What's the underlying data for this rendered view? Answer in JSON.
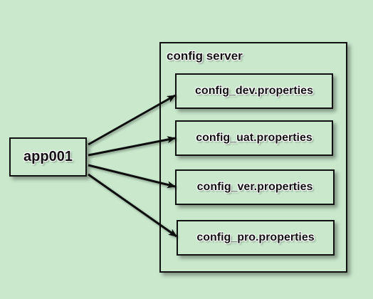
{
  "server": {
    "title": "config server"
  },
  "app": {
    "label": "app001"
  },
  "properties": [
    {
      "label": "config_dev.properties"
    },
    {
      "label": "config_uat.properties"
    },
    {
      "label": "config_ver.properties"
    },
    {
      "label": "config_pro.properties"
    }
  ],
  "colors": {
    "background": "#c9e8cc",
    "stroke": "#111111"
  }
}
